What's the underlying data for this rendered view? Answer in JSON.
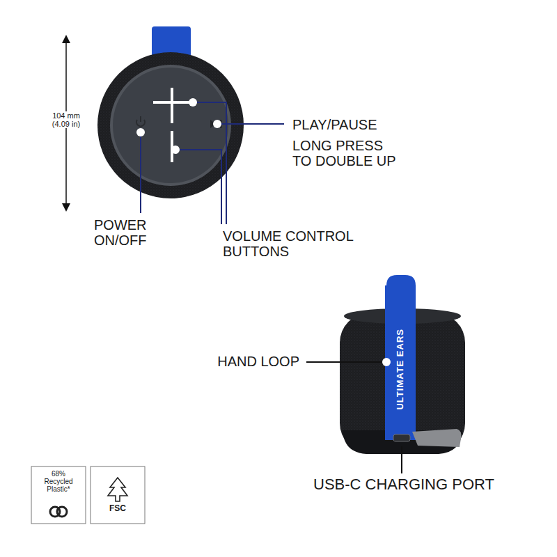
{
  "diagram": {
    "labels": [
      "104 mm (4.09 in)",
      "PLAY/PAUSE",
      "LONG PRESS TO DOUBLE UP",
      "POWER ON/OFF",
      "VOLUME CONTROL BUTTONS",
      "ULTIMATE EARS",
      "HAND LOOP",
      "USB-C CHARGING PORT",
      "68% Recycled Plastic*",
      "FSC"
    ]
  }
}
